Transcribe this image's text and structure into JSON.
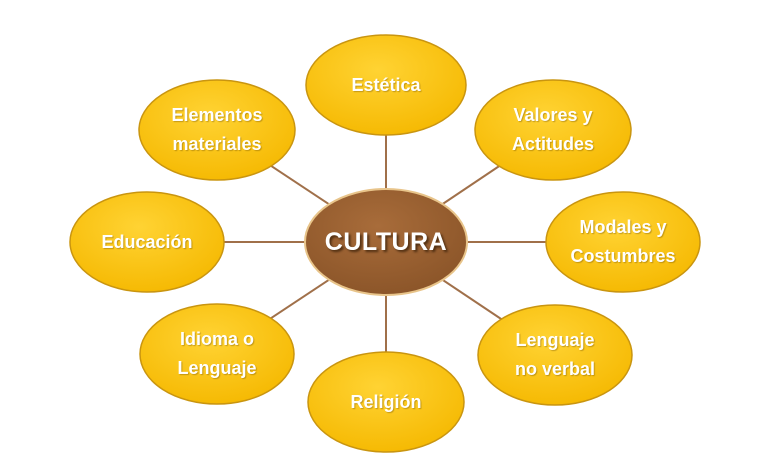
{
  "diagram": {
    "center": {
      "label": "CULTURA"
    },
    "nodes": [
      {
        "id": "estetica",
        "label": "Estética"
      },
      {
        "id": "valores-actitudes",
        "label": "Valores y\nActitudes"
      },
      {
        "id": "modales-costumbres",
        "label": "Modales y\nCostumbres"
      },
      {
        "id": "lenguaje-no-verbal",
        "label": "Lenguaje\nno verbal"
      },
      {
        "id": "religion",
        "label": "Religión"
      },
      {
        "id": "idioma-lenguaje",
        "label": "Idioma o\nLenguaje"
      },
      {
        "id": "educacion",
        "label": "Educación"
      },
      {
        "id": "elementos-materiales",
        "label": "Elementos\nmateriales"
      }
    ]
  },
  "colors": {
    "node_fill": "#FFC000",
    "node_stroke": "#C99510",
    "center_fill": "#9A6132",
    "center_stroke": "#E8C48A",
    "connector": "#A0704A"
  }
}
